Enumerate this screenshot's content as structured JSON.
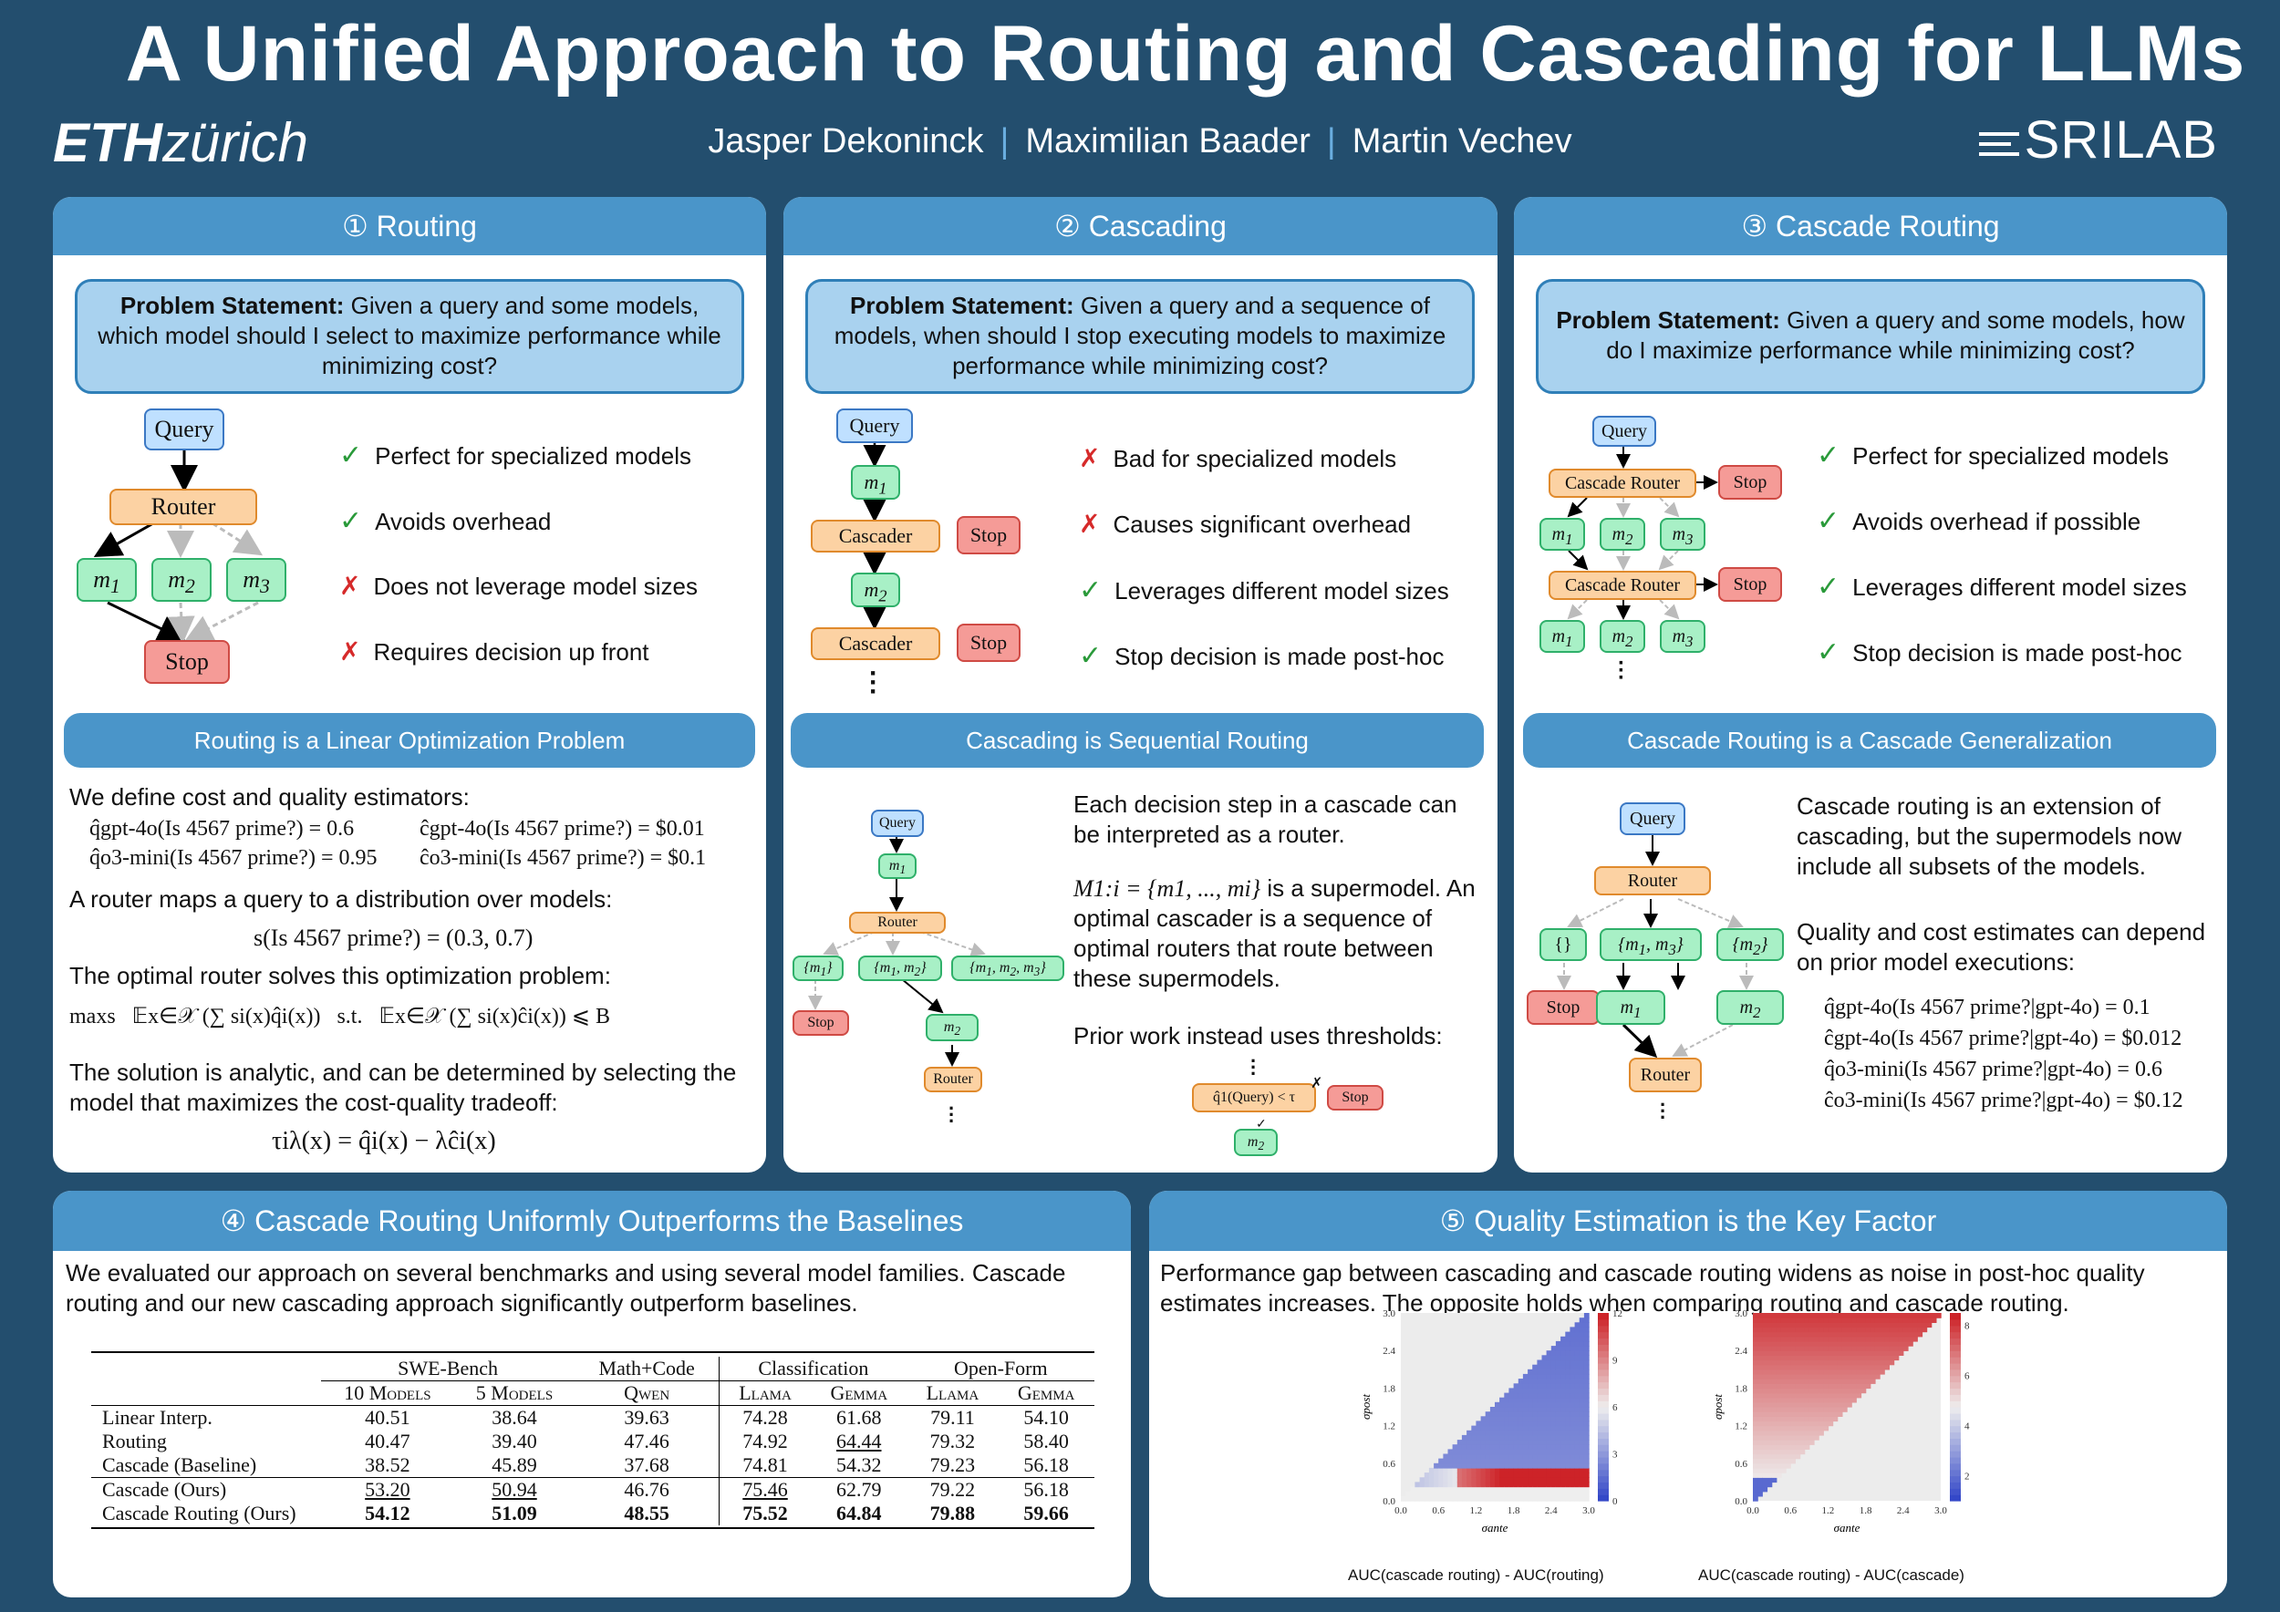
{
  "header": {
    "title": "A Unified Approach to Routing and Cascading for LLMs",
    "eth_bold": "ETH",
    "eth_rest": "zürich",
    "authors": [
      "Jasper Dekoninck",
      "Maximilian Baader",
      "Martin Vechev"
    ],
    "srilab": "SRILAB"
  },
  "routing": {
    "title": "① Routing",
    "ps_label": "Problem Statement:",
    "ps_text": " Given a query and some models, which model should I select to maximize performance while minimizing cost?",
    "bullets": [
      {
        "mark": "✓",
        "text": "Perfect for specialized models"
      },
      {
        "mark": "✓",
        "text": "Avoids overhead"
      },
      {
        "mark": "✗",
        "text": "Does not leverage model sizes"
      },
      {
        "mark": "✗",
        "text": "Requires decision up front"
      }
    ],
    "nodes": {
      "query": "Query",
      "router": "Router",
      "m1": "m1",
      "m2": "m2",
      "m3": "m3",
      "stop": "Stop"
    },
    "sub_title": "Routing is a Linear Optimization Problem",
    "define": "We define cost and quality estimators:",
    "q1": "q̂gpt-4o(Is 4567 prime?) = 0.6",
    "c1": "ĉgpt-4o(Is 4567 prime?) = $0.01",
    "q2": "q̂o3-mini(Is 4567 prime?) = 0.95",
    "c2": "ĉo3-mini(Is 4567 prime?) = $0.1",
    "router_maps": "A router maps a query to a distribution over models:",
    "s_formula": "s(Is 4567 prime?) = (0.3, 0.7)",
    "optimal": "The optimal router solves this optimization problem:",
    "opt_formula": "maxs   𝔼x∈𝒳 (∑ si(x)q̂i(x))   s.t.   𝔼x∈𝒳 (∑ si(x)ĉi(x)) ⩽ B",
    "solution": "The solution is analytic, and can be determined by selecting the model that maximizes the cost-quality tradeoff:",
    "tau_formula": "τiλ(x) = q̂i(x) − λĉi(x)"
  },
  "cascading": {
    "title": "② Cascading",
    "ps_label": "Problem Statement:",
    "ps_text": " Given a query and a sequence of models, when should I stop executing models to maximize performance while minimizing cost?",
    "bullets": [
      {
        "mark": "✗",
        "text": "Bad for specialized models"
      },
      {
        "mark": "✗",
        "text": "Causes significant overhead"
      },
      {
        "mark": "✓",
        "text": "Leverages different model sizes"
      },
      {
        "mark": "✓",
        "text": "Stop decision is made post-hoc"
      }
    ],
    "nodes": {
      "query": "Query",
      "m1": "m1",
      "cascader": "Cascader",
      "stop": "Stop",
      "m2": "m2"
    },
    "sub_title": "Cascading is Sequential Routing",
    "p1": "Each decision step in a cascade can be interpreted as a router.",
    "p2a": "M1:i = {m1, ..., mi}",
    "p2b": " is a supermodel. An optimal cascader is a sequence of optimal routers that route between these supermodels.",
    "p3": "Prior work instead uses thresholds:",
    "diag": {
      "query": "Query",
      "m1": "m1",
      "router": "Router",
      "set1": "{m1}",
      "set2": "{m1, m2}",
      "set3": "{m1, m2, m3}",
      "stop": "Stop",
      "m2": "m2"
    },
    "thr": {
      "cond": "q̂1(Query) < τ",
      "stop": "Stop",
      "m2": "m2",
      "x": "✗",
      "check": "✓"
    }
  },
  "cascade_routing": {
    "title": "③ Cascade Routing",
    "ps_label": "Problem Statement:",
    "ps_text": " Given a query and some models, how do I maximize performance while minimizing cost?",
    "bullets": [
      {
        "mark": "✓",
        "text": "Perfect for specialized models"
      },
      {
        "mark": "✓",
        "text": "Avoids overhead if possible"
      },
      {
        "mark": "✓",
        "text": "Leverages different model sizes"
      },
      {
        "mark": "✓",
        "text": "Stop decision is made post-hoc"
      }
    ],
    "nodes": {
      "query": "Query",
      "cr": "Cascade Router",
      "stop": "Stop",
      "m1": "m1",
      "m2": "m2",
      "m3": "m3"
    },
    "sub_title": "Cascade Routing is a Cascade Generalization",
    "p1": "Cascade routing is an extension of cascading, but the supermodels now include all subsets of the models.",
    "p2": "Quality and cost estimates can depend on prior model executions:",
    "eq1": "q̂gpt-4o(Is 4567 prime?|gpt-4o) = 0.1",
    "eq2": "ĉgpt-4o(Is 4567 prime?|gpt-4o) = $0.012",
    "eq3": "q̂o3-mini(Is 4567 prime?|gpt-4o) = 0.6",
    "eq4": "ĉo3-mini(Is 4567 prime?|gpt-4o) = $0.12",
    "diag": {
      "query": "Query",
      "router": "Router",
      "empty": "{}",
      "set13": "{m1, m3}",
      "set2": "{m2}",
      "stop": "Stop",
      "m1": "m1",
      "m2": "m2",
      "router2": "Router"
    }
  },
  "results": {
    "title": "④ Cascade Routing Uniformly Outperforms the Baselines",
    "intro": "We evaluated our approach on several benchmarks and using several model families. Cascade routing and our new cascading approach significantly outperform baselines.",
    "groups": [
      "SWE-Bench",
      "Math+Code",
      "Classification",
      "Open-Form"
    ],
    "columns": [
      "10 Models",
      "5 Models",
      "Qwen",
      "Llama",
      "Gemma",
      "Llama",
      "Gemma"
    ],
    "rows": [
      {
        "label": "Linear Interp.",
        "values": [
          "40.51",
          "38.64",
          "39.63",
          "74.28",
          "61.68",
          "79.11",
          "54.10"
        ]
      },
      {
        "label": "Routing",
        "values": [
          "40.47",
          "39.40",
          "47.46",
          "74.92",
          "64.44",
          "79.32",
          "58.40"
        ]
      },
      {
        "label": "Cascade (Baseline)",
        "values": [
          "38.52",
          "45.89",
          "37.68",
          "74.81",
          "54.32",
          "79.23",
          "56.18"
        ]
      },
      {
        "label": "Cascade (Ours)",
        "values": [
          "53.20",
          "50.94",
          "46.76",
          "75.46",
          "62.79",
          "79.22",
          "56.18"
        ]
      },
      {
        "label": "Cascade Routing (Ours)",
        "values": [
          "54.12",
          "51.09",
          "48.55",
          "75.52",
          "64.84",
          "79.88",
          "59.66"
        ]
      }
    ]
  },
  "quality": {
    "title": "⑤ Quality Estimation is the Key Factor",
    "intro": "Performance gap between cascading and cascade routing widens as noise in post-hoc quality estimates increases. The opposite holds when comparing routing and cascade routing.",
    "caption_left": "AUC(cascade routing) - AUC(routing)",
    "caption_right": "AUC(cascade routing) - AUC(cascade)",
    "xlabel": "σante",
    "ylabel": "σpost"
  },
  "chart_data": [
    {
      "type": "heatmap",
      "title": "AUC(cascade routing) - AUC(routing)",
      "xlabel": "σante",
      "ylabel": "σpost",
      "x_ticks": [
        "0.0",
        "0.6",
        "1.2",
        "1.8",
        "2.4",
        "3.0"
      ],
      "y_ticks": [
        "0.0",
        "0.6",
        "1.2",
        "1.8",
        "2.4",
        "3.0"
      ],
      "xlim": [
        0,
        3
      ],
      "ylim": [
        0,
        3
      ],
      "colorbar_ticks": [
        "0",
        "3",
        "6",
        "9",
        "12"
      ],
      "colorbar_range": [
        0,
        12
      ],
      "region": "lower-right triangle (σpost ≤ σante)"
    },
    {
      "type": "heatmap",
      "title": "AUC(cascade routing) - AUC(cascade)",
      "xlabel": "σante",
      "ylabel": "σpost",
      "x_ticks": [
        "0.0",
        "0.6",
        "1.2",
        "1.8",
        "2.4",
        "3.0"
      ],
      "y_ticks": [
        "0.0",
        "0.6",
        "1.2",
        "1.8",
        "2.4",
        "3.0"
      ],
      "xlim": [
        0,
        3
      ],
      "ylim": [
        0,
        3
      ],
      "colorbar_ticks": [
        "2",
        "4",
        "6",
        "8"
      ],
      "colorbar_range": [
        1,
        8.5
      ],
      "region": "upper-left triangle (σpost ≥ σante)"
    }
  ]
}
